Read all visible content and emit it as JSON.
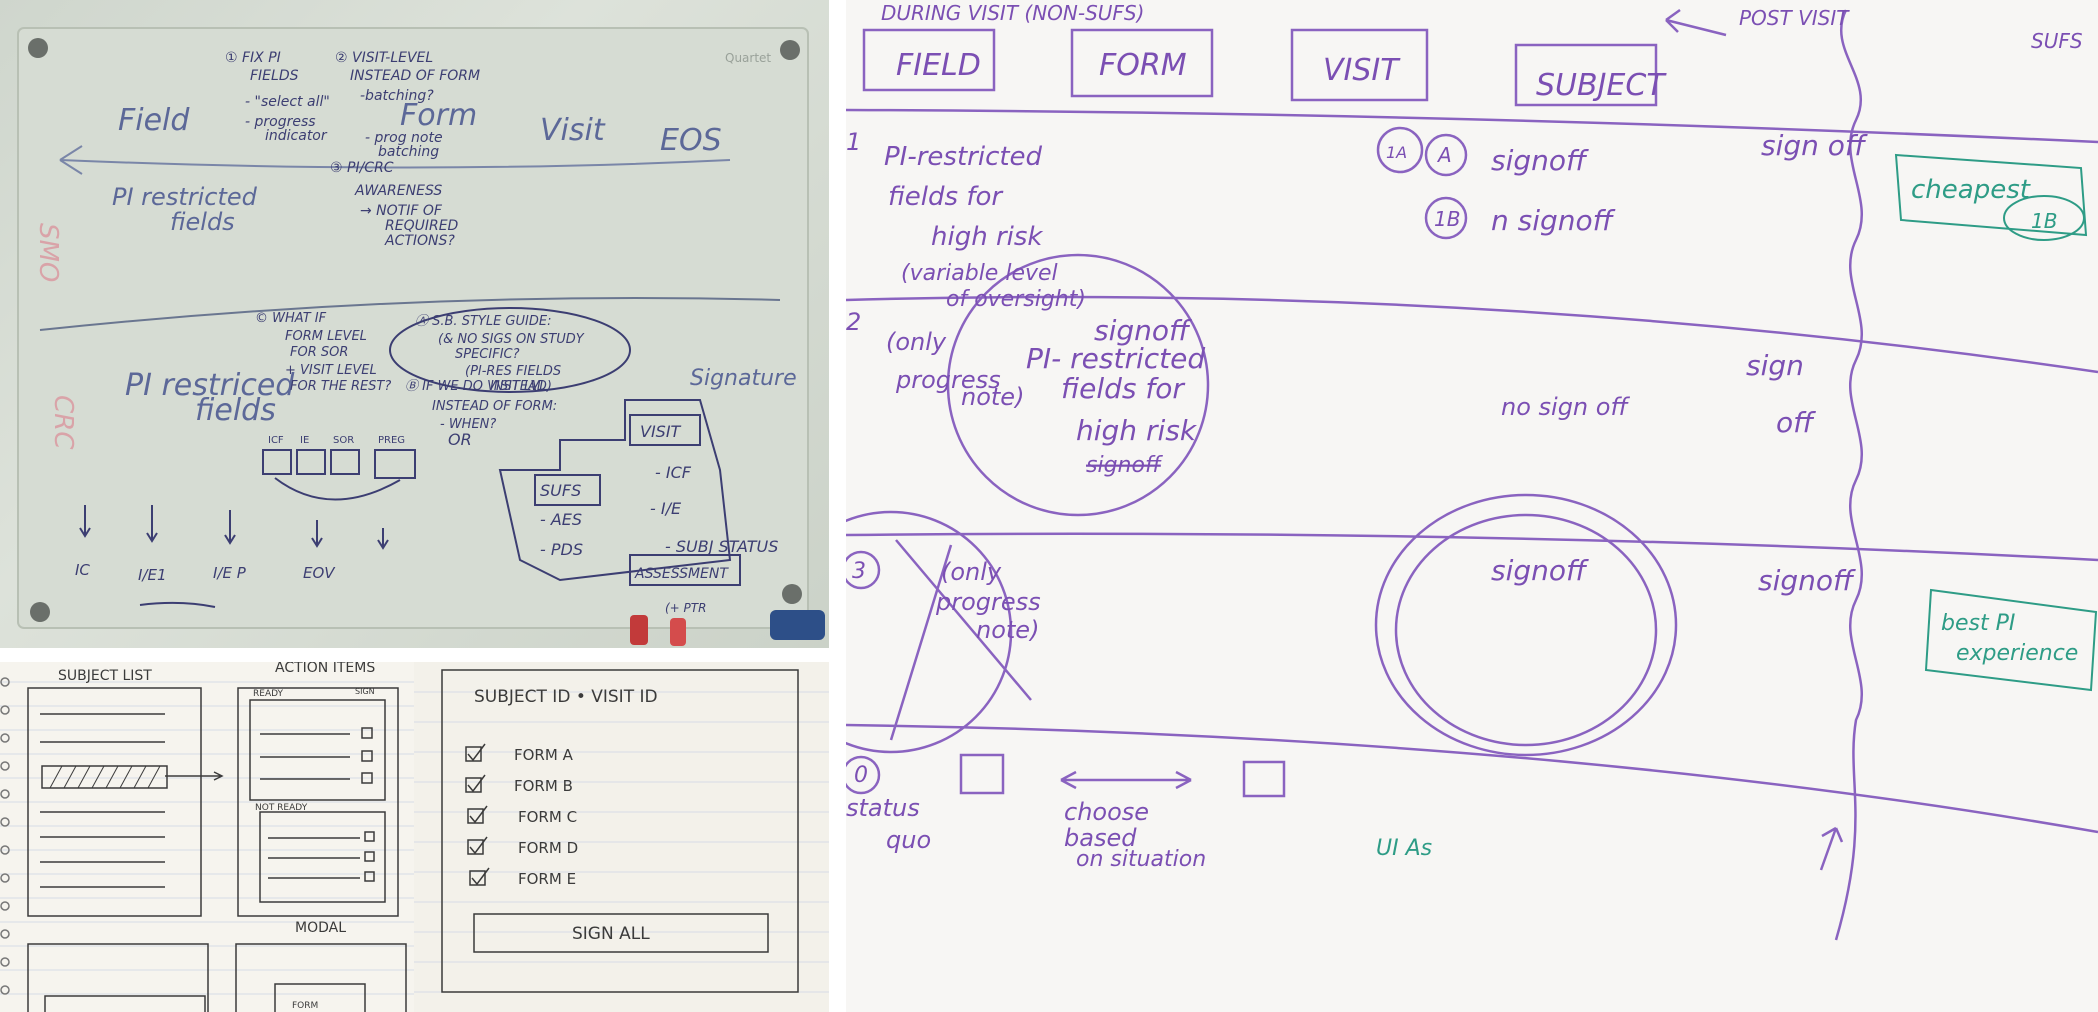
{
  "glass_board": {
    "brand": "Quartet",
    "note1": "① FIX PI",
    "note1b": "FIELDS",
    "note1c": "- \"select all\"",
    "note1d": "- progress",
    "note1e": "indicator",
    "note2": "② VISIT-LEVEL",
    "note2b": "INSTEAD OF FORM",
    "note2c": "-batching?",
    "note2d": "- prog note",
    "note2e": "batching",
    "note3": "③ PI/CRC",
    "note3b": "AWARENESS",
    "note3c": "→ NOTIF OF",
    "note3d": "REQUIRED",
    "note3e": "ACTIONS?",
    "col_field": "Field",
    "col_form": "Form",
    "col_visit": "Visit",
    "col_eos": "EOS",
    "row_smo": "SMO",
    "row_crc": "CRC",
    "pi_restricted_1": "PI restricted",
    "pi_restricted_1b": "fields",
    "pi_restricted_2": "PI restriced",
    "pi_restricted_2b": "fields",
    "noteC": "© WHAT IF",
    "noteC2": "FORM LEVEL",
    "noteC3": "FOR SOR",
    "noteC4": "+ VISIT LEVEL",
    "noteC5": "FOR THE REST?",
    "noteA": "Ⓐ S.B. STYLE GUIDE:",
    "noteA2": "(& NO SIGS ON STUDY",
    "noteA3": "SPECIFIC?",
    "noteA4": "(PI-RES FIELDS",
    "noteA5": "INSTEAD)",
    "noteB": "Ⓑ IF WE DO VISIT LVL",
    "noteB2": "INSTEAD OF FORM:",
    "noteB3": "- WHEN?",
    "noteOR": "OR",
    "signature": "Signature",
    "box_visit": "VISIT",
    "list_icf": "- ICF",
    "list_ie": "- I/E",
    "list_subj": "- SUBJ STATUS",
    "box_assessment": "ASSESSMENT",
    "box_sufs": "SUFS",
    "list_aes": "- AES",
    "list_pds": "- PDS",
    "mini_labels": [
      "ICF",
      "IE",
      "SOR",
      "PREG"
    ],
    "bottom_labels": [
      "IC",
      "I/E1",
      "I/E P",
      "EOV"
    ],
    "bottom_note": "(+ PTR"
  },
  "notebook": {
    "subject_list": "SUBJECT LIST",
    "action_items": "ACTION ITEMS",
    "ready": "READY",
    "sign": "SIGN",
    "not_ready": "NOT READY",
    "modal": "MODAL",
    "form": "FORM"
  },
  "sign_modal": {
    "header": "SUBJECT ID • VISIT ID",
    "forms": [
      "FORM A",
      "FORM B",
      "FORM C",
      "FORM D",
      "FORM E"
    ],
    "button": "SIGN ALL"
  },
  "whiteboard": {
    "header_note": "DURING VISIT (NON-SUFS)",
    "post_visit": "POST VISIT",
    "sufs": "SUFS",
    "col_field": "FIELD",
    "col_form": "FORM",
    "col_visit": "VISIT",
    "col_subject": "SUBJECT",
    "row1_num": "1",
    "row1_text": [
      "PI-restricted",
      "fields for",
      "high risk",
      "(variable level",
      "of oversight)"
    ],
    "row1_badge_1a": "1A",
    "row1_badge_a": "A",
    "row1_signoff": "signoff",
    "row1_badge_1b": "1B",
    "row1_n_signoff": "n signoff",
    "row1_post": "sign off",
    "cheapest": "cheapest",
    "cheapest_badge": "1B",
    "row2_num": "2",
    "row2_text": [
      "(only",
      "progress",
      "note)"
    ],
    "row2_circle": [
      "signoff",
      "PI- restricted",
      "fields for",
      "high risk",
      "signoff"
    ],
    "row2_visit": "no sign off",
    "row2_post": [
      "sign",
      "off"
    ],
    "row3_num": "3",
    "row3_text": [
      "(only",
      "progress",
      "note)"
    ],
    "row3_visit": "signoff",
    "row3_post": "signoff",
    "best_pi": [
      "best PI",
      "experience"
    ],
    "row0_num": "0",
    "row0_text": [
      "status",
      "quo"
    ],
    "choose": [
      "choose",
      "based",
      "on situation"
    ],
    "ui_as": "UI As"
  },
  "colors": {
    "marker_purple": "#7b4fb3",
    "marker_navy": "#34356a",
    "marker_teal": "#2e9c86",
    "marker_pink": "#d9a3a8",
    "pencil": "#3b3b3b"
  }
}
